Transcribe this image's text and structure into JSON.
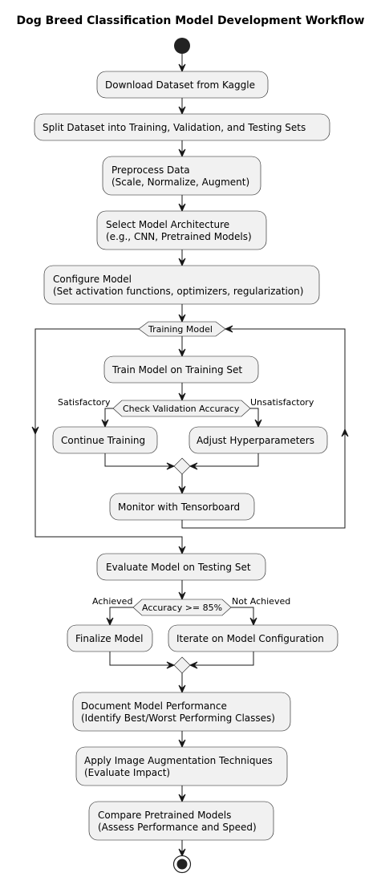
{
  "title": "Dog Breed Classification Model Development Workflow",
  "activities": {
    "download": "Download Dataset from Kaggle",
    "split": "Split Dataset into Training, Validation, and Testing Sets",
    "preprocess_1": "Preprocess Data",
    "preprocess_2": "(Scale, Normalize, Augment)",
    "select_1": "Select Model Architecture",
    "select_2": "(e.g., CNN, Pretrained Models)",
    "configure_1": "Configure Model",
    "configure_2": "(Set activation functions, optimizers, regularization)",
    "train": "Train Model on Training Set",
    "continue": "Continue Training",
    "adjust": "Adjust Hyperparameters",
    "monitor": "Monitor with Tensorboard",
    "evaluate": "Evaluate Model on Testing Set",
    "finalize": "Finalize Model",
    "iterate": "Iterate on Model Configuration",
    "document_1": "Document Model Performance",
    "document_2": "(Identify Best/Worst Performing Classes)",
    "augment_1": "Apply Image Augmentation Techniques",
    "augment_2": "(Evaluate Impact)",
    "compare_1": "Compare Pretrained Models",
    "compare_2": "(Assess Performance and Speed)"
  },
  "decisions": {
    "loop": "Training Model",
    "validation": "Check Validation Accuracy",
    "validation_yes": "Satisfactory",
    "validation_no": "Unsatisfactory",
    "accuracy": "Accuracy >= 85%",
    "accuracy_yes": "Achieved",
    "accuracy_no": "Not Achieved"
  }
}
